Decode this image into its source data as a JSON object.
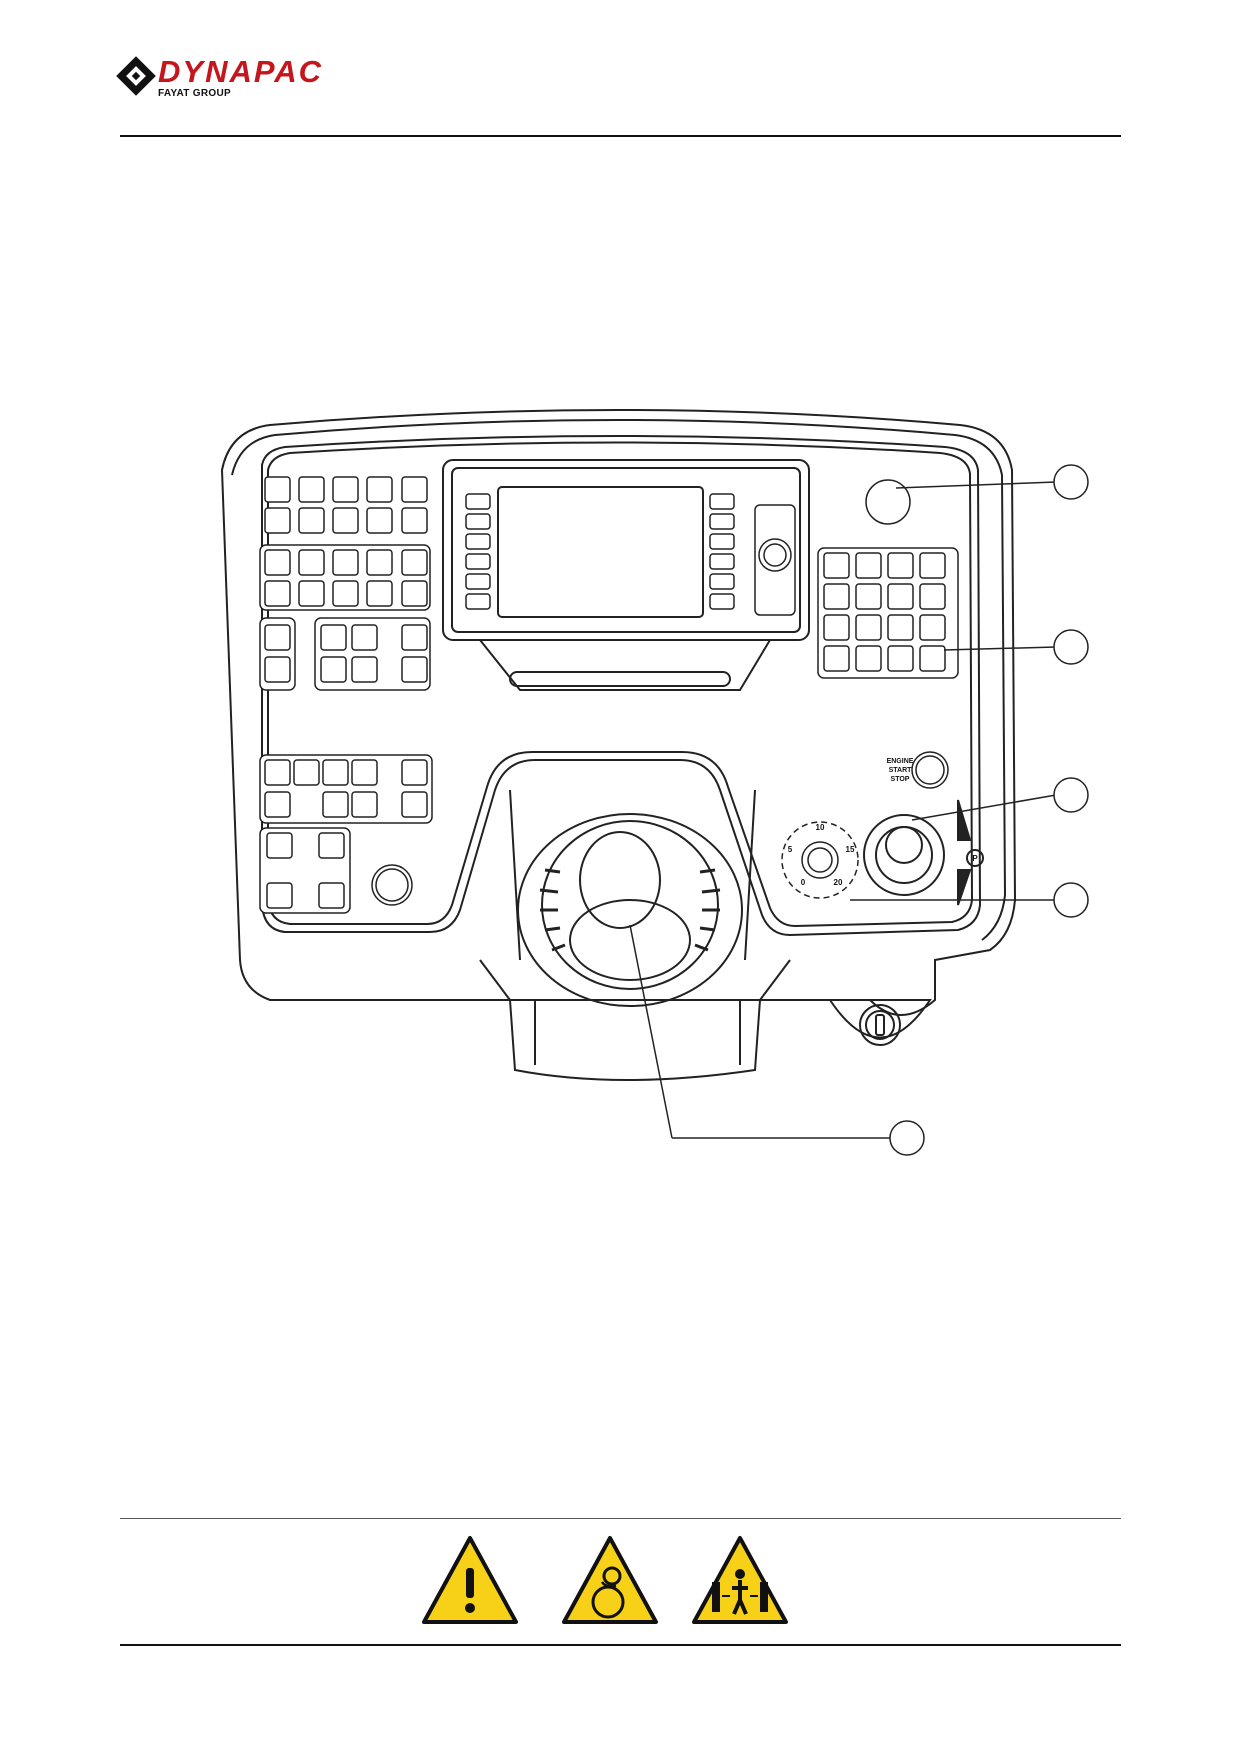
{
  "brand": {
    "name": "DYNAPAC",
    "group": "FAYAT GROUP",
    "color": "#c4161c"
  },
  "panel": {
    "engine_button": {
      "label_line1": "ENGINE",
      "label_line2": "START",
      "label_line3": "STOP"
    },
    "dial_scale": {
      "top": "10",
      "left": "5",
      "right": "15",
      "bottom_left": "0",
      "bottom_right": "20"
    },
    "park_symbol": "P",
    "callouts": 5
  },
  "warning_signs": [
    {
      "icon": "exclamation-warning-icon"
    },
    {
      "icon": "rotating-parts-warning-icon"
    },
    {
      "icon": "crush-hazard-warning-icon"
    }
  ],
  "colors": {
    "warning_yellow": "#f7d117",
    "line": "#222222"
  }
}
